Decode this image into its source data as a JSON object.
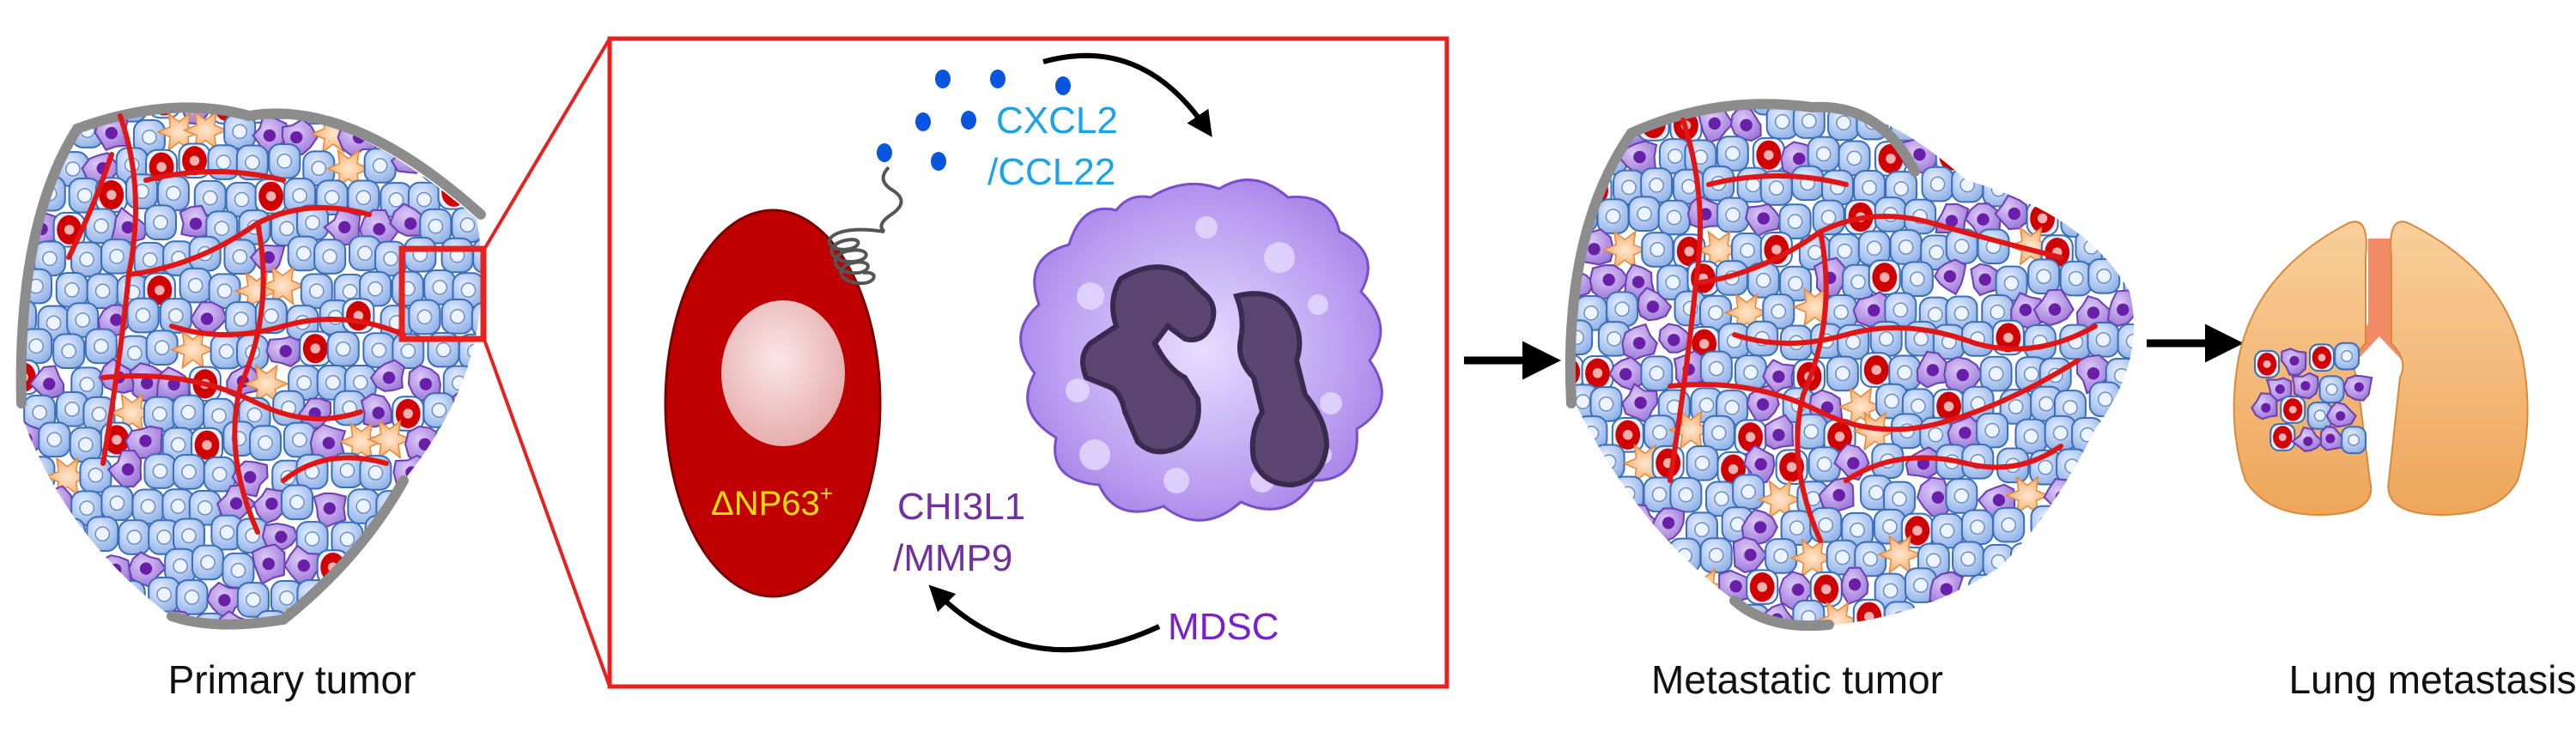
{
  "panels": {
    "primary": {
      "caption": "Primary tumor"
    },
    "metastatic": {
      "caption": "Metastatic tumor"
    },
    "lung": {
      "caption": "Lung metastasis"
    }
  },
  "inset": {
    "chemokine_line1": "CXCL2",
    "chemokine_line2": "/CCL22",
    "tumor_cell_label": "ΔNP63",
    "tumor_cell_label_sup": "+",
    "factor_line1": "CHI3L1",
    "factor_line2": "/MMP9",
    "immune_cell_label": "MDSC"
  },
  "colors": {
    "tumor_cell": "#c00000",
    "inset_frame": "#e8201e",
    "chemokine": "#1aa3e8",
    "chemokine_dots": "#0a55e0",
    "factor": "#7030a0",
    "mdsc_label": "#7a1fd0",
    "mdsc_body": "#b99cf0",
    "mdsc_nucleus": "#5a4570",
    "dnp63_label": "#ffe000",
    "vessel": "#e01515",
    "tumor_capsule": "#8c8c8c",
    "blue_cell": "#a8c4ee",
    "purple_cell": "#b08de0",
    "lung": "#f2b46a",
    "trachea": "#f28a66"
  },
  "icons": [
    "right-arrow-icon",
    "curved-arrow-icon",
    "receptor-icon"
  ]
}
